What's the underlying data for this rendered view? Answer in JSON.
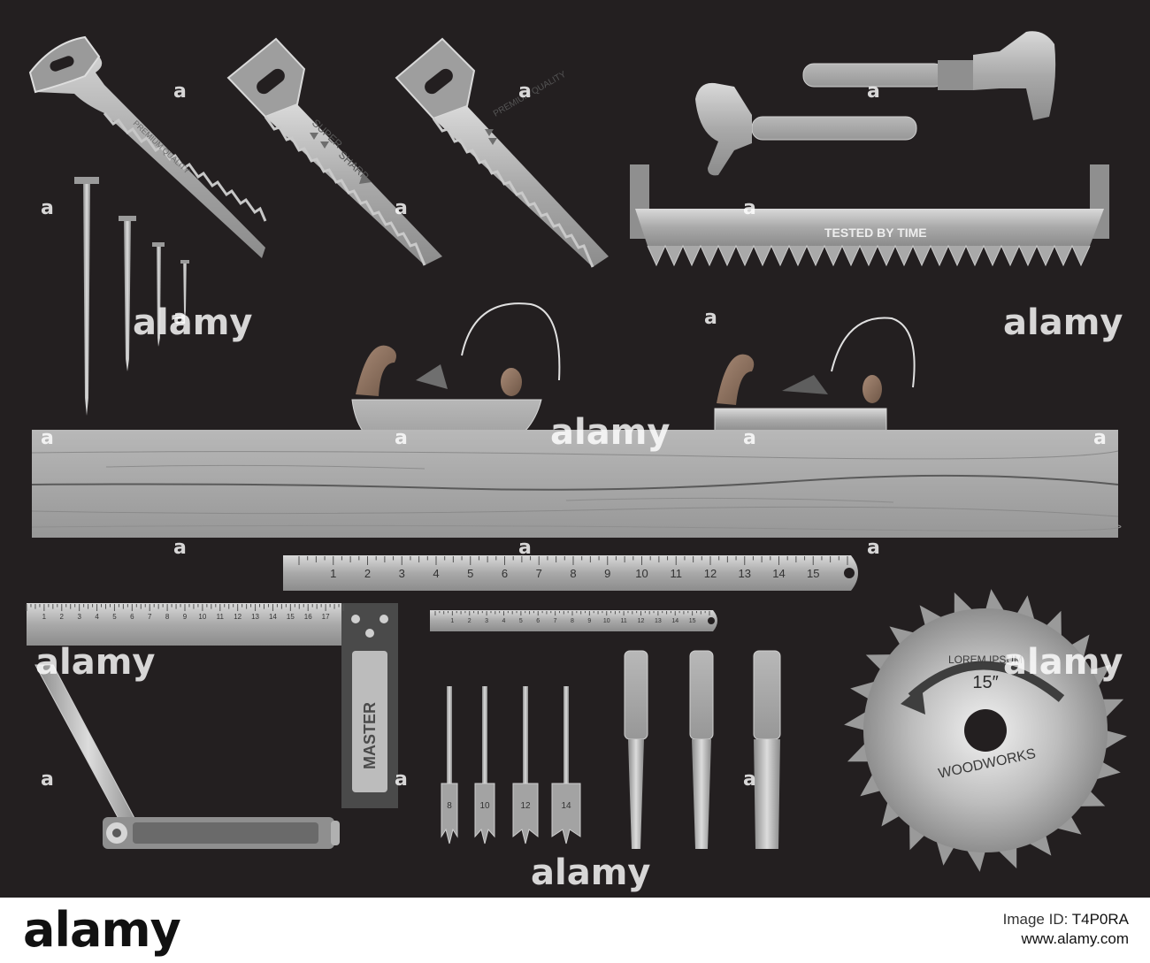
{
  "artwork": {
    "saw1_text": "PREMIUM QUALITY",
    "saw2_text_a": "SUPER",
    "saw2_text_b": "SHARP",
    "saw3_text": "PREMIUM QUALITY",
    "crosscut_text": "TESTED BY TIME",
    "long_ruler_ticks": [
      "1",
      "2",
      "3",
      "4",
      "5",
      "6",
      "7",
      "8",
      "9",
      "10",
      "11",
      "12",
      "13",
      "14",
      "15"
    ],
    "small_ruler_ticks": [
      "1",
      "2",
      "3",
      "4",
      "5",
      "6",
      "7",
      "8",
      "9",
      "10",
      "11",
      "12",
      "13",
      "14",
      "15"
    ],
    "square_ruler_ticks": [
      "1",
      "2",
      "3",
      "4",
      "5",
      "6",
      "7",
      "8",
      "9",
      "10",
      "11",
      "12",
      "13",
      "14",
      "15",
      "16",
      "17"
    ],
    "square_label": "MASTER",
    "drill_bit_sizes": [
      "8",
      "10",
      "12",
      "14"
    ],
    "blade_top_text": "LOREM IPSUM",
    "blade_size": "15″",
    "blade_bottom_text": "WOODWORKS",
    "colors": {
      "background": "#231f20",
      "metal": "#b3b3b3",
      "wood": "#a4a4a4",
      "handle_brown": "#8a6f5e"
    }
  },
  "watermark": {
    "text": "alamy",
    "small_mark": "a"
  },
  "footer": {
    "logo": "alamy",
    "image_id_label": "Image ID:",
    "image_id": "T4P0RA",
    "url": "www.alamy.com"
  }
}
